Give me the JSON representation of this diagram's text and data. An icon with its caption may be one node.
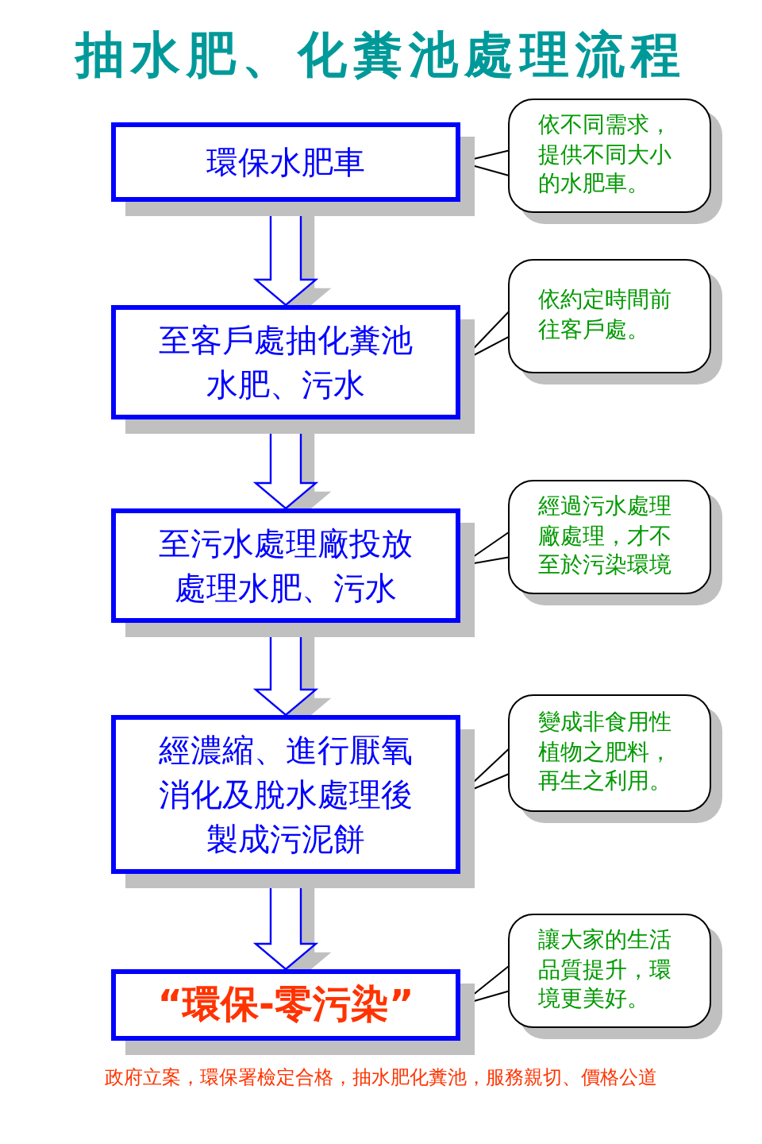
{
  "diagram": {
    "title": "抽水肥、化糞池處理流程",
    "nodes": [
      {
        "text": [
          "環保水肥車"
        ]
      },
      {
        "text": [
          "依不同需求，提供不同大小的水肥車。"
        ]
      },
      {
        "text": [
          "至客戶處抽化糞池水肥、污水"
        ]
      },
      {
        "text": [
          "依約定時間前往客戶處。"
        ]
      },
      {
        "text": [
          "至污水處理廠投放處理水肥、污水"
        ]
      },
      {
        "text": [
          "經過污水處理廠處理，才不至於污染環境"
        ]
      },
      {
        "text": [
          "經濃縮、進行厭氧消化及脫水處理後製成污泥餅"
        ]
      },
      {
        "text": [
          "變成非食用性植物之肥料，再生之利用。"
        ]
      },
      {
        "text": [
          "“環保-零污染”"
        ]
      },
      {
        "text": [
          "讓大家的生活品質提升，環境更美好。"
        ]
      }
    ],
    "edges": [
      {
        "from": 0,
        "to": 2,
        "arrow": "to"
      },
      {
        "from": 2,
        "to": 4,
        "arrow": "to"
      },
      {
        "from": 4,
        "to": 6,
        "arrow": "to"
      },
      {
        "from": 6,
        "to": 8,
        "arrow": "to"
      },
      {
        "from": 1,
        "to": 0,
        "arrow": "to"
      },
      {
        "from": 3,
        "to": 2,
        "arrow": "to"
      },
      {
        "from": 5,
        "to": 4,
        "arrow": "to"
      },
      {
        "from": 7,
        "to": 6,
        "arrow": "to"
      },
      {
        "from": 9,
        "to": 8,
        "arrow": "to"
      }
    ],
    "labels": [
      "政府立案，環保署檢定合格，抽水肥化糞池，服務親切、價格公道"
    ]
  }
}
